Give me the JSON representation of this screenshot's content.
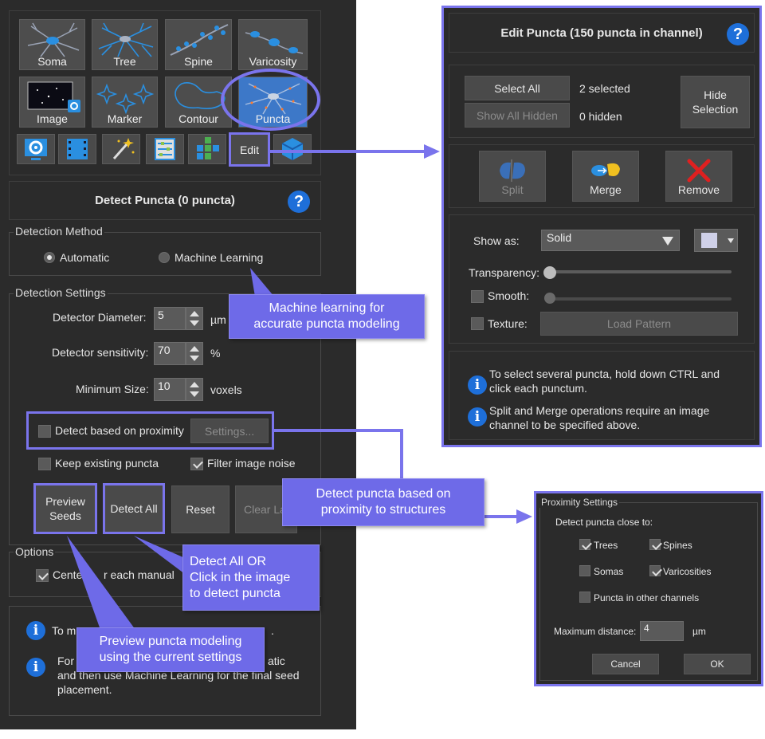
{
  "colors": {
    "accent": "#7a74ec",
    "callout": "#6e6ae8",
    "help_blue": "#1e6fd9",
    "panel": "#2b2b2b"
  },
  "tools": {
    "row1": [
      "Soma",
      "Tree",
      "Spine",
      "Varicosity"
    ],
    "row2": [
      "Image",
      "Marker",
      "Contour",
      "Puncta"
    ],
    "edit_label": "Edit"
  },
  "detect": {
    "title": "Detect Puncta (0 puncta)",
    "help": "?",
    "method_legend": "Detection Method",
    "method_auto": "Automatic",
    "method_ml": "Machine Learning",
    "settings_legend": "Detection Settings",
    "diameter_label": "Detector Diameter:",
    "diameter_value": "5",
    "diameter_unit": "µm",
    "sensitivity_label": "Detector sensitivity:",
    "sensitivity_value": "70",
    "sensitivity_unit": "%",
    "minsize_label": "Minimum Size:",
    "minsize_value": "10",
    "minsize_unit": "voxels",
    "proximity_label": "Detect based on proximity",
    "proximity_settings": "Settings...",
    "keep_label": "Keep existing puncta",
    "filter_label": "Filter image noise",
    "btn_preview": "Preview\nSeeds",
    "btn_detect_all": "Detect All",
    "btn_reset": "Reset",
    "btn_clear": "Clear La",
    "options_legend": "Options",
    "center_label": "Center a",
    "center_label2": "r each manual",
    "info1": "To m",
    "info1_tail": ".",
    "info2a": "For",
    "info2a_tail": "atic",
    "info2b": "and then use Machine Learning for the final seed",
    "info2c": "placement."
  },
  "edit": {
    "title": "Edit Puncta (150 puncta in channel)",
    "help": "?",
    "select_all": "Select All",
    "selected": "2 selected",
    "show_hidden": "Show All Hidden",
    "hidden": "0 hidden",
    "hide_selection": "Hide\nSelection",
    "split": "Split",
    "merge": "Merge",
    "remove": "Remove",
    "show_as_label": "Show as:",
    "show_as_value": "Solid",
    "transparency_label": "Transparency:",
    "smooth_label": "Smooth:",
    "texture_label": "Texture:",
    "load_pattern": "Load Pattern",
    "info1": "To select several puncta, hold down CTRL and\nclick each punctum.",
    "info2": "Split and Merge operations require an image\nchannel to be specified above."
  },
  "proximity": {
    "legend": "Proximity Settings",
    "close_to": "Detect puncta close to:",
    "trees": "Trees",
    "spines": "Spines",
    "somas": "Somas",
    "varicosities": "Varicosities",
    "other_channels": "Puncta in other channels",
    "max_dist_label": "Maximum distance:",
    "max_dist_value": "4",
    "max_dist_unit": "µm",
    "cancel": "Cancel",
    "ok": "OK"
  },
  "callouts": {
    "ml": "Machine learning for\naccurate puncta modeling",
    "proximity": "Detect puncta based on\nproximity to structures",
    "detect_all": "Detect All  OR\nClick in the image\nto detect puncta",
    "preview": "Preview puncta modeling\nusing the current settings"
  }
}
